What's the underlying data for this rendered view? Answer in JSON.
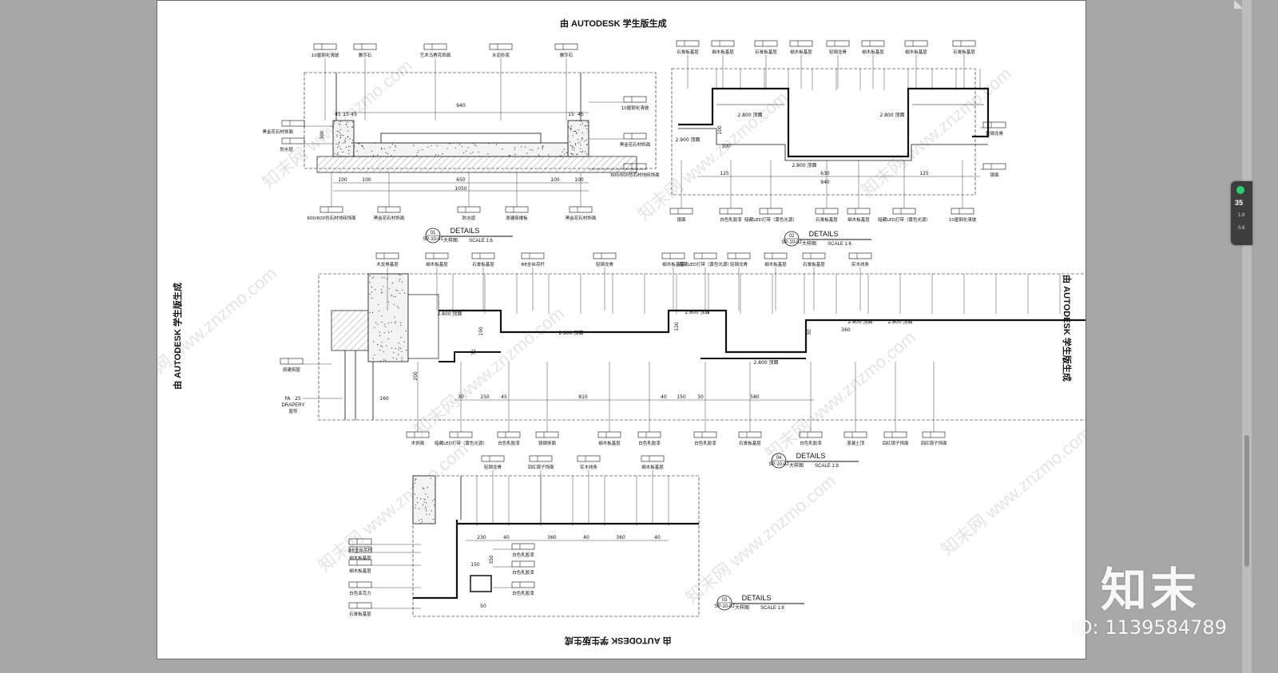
{
  "sheet": {
    "stamp_top": "由 AUTODESK 学生版生成",
    "stamp_bottom": "由 AUTODESK 学生版生成",
    "stamp_left": "由 AUTODESK 学生版生成",
    "stamp_right": "由 AUTODESK 学生版生成"
  },
  "watermark": {
    "site": "www.znzmo.com",
    "brand": "知末网"
  },
  "details": [
    {
      "no": "01",
      "ref": "SP-10-01",
      "title": "DETAILS",
      "name": "大样图",
      "scale": "SCALE 1:6"
    },
    {
      "no": "02",
      "ref": "SP-10-02",
      "title": "DETAILS",
      "name": "大样图",
      "scale": "SCALE 1:6"
    },
    {
      "no": "04",
      "ref": "SP-10-02",
      "title": "DETAILS",
      "name": "大样图",
      "scale": "SCALE 1:8"
    },
    {
      "no": "03",
      "ref": "SP-10-02",
      "title": "DETAILS",
      "name": "大样图",
      "scale": "SCALE 1:8"
    }
  ],
  "d1": {
    "labels_top": [
      "10厘钢化清玻",
      "雅莎石",
      "艺术马赛克饰面",
      "水泥砂浆",
      "雅莎石"
    ],
    "labels_left": [
      "黑金花石材饰面",
      "防水层"
    ],
    "labels_right": [
      "10厘钢化清玻",
      "黑金花石材饰面",
      "600/600仿石材地砖饰面"
    ],
    "labels_bottom": [
      "600/600仿石材地砖饰面",
      "黑金花石材饰面",
      "防水层",
      "原建筑楼板",
      "黑金花石材饰面"
    ],
    "dims_top": [
      "45",
      "15",
      "45",
      "940",
      "15",
      "45"
    ],
    "dims_bottom": [
      "100",
      "100",
      "650",
      "100",
      "100",
      "1050"
    ],
    "dims_side": [
      "300"
    ]
  },
  "d2": {
    "labels_top": [
      "石膏板基层",
      "细木板基层",
      "石膏板基层",
      "细木板基层",
      "轻钢龙骨",
      "细木板基层",
      "细木板基层",
      "石膏板基层"
    ],
    "labels_right": [
      "轻钢龙骨",
      "镜面"
    ],
    "labels_bottom": [
      "镜面",
      "白色乳胶漆",
      "暗藏LED灯带（黄色光源）",
      "石膏板基层",
      "细木板基层",
      "暗藏LED灯带（黄色光源）",
      "10厘钢化清玻"
    ],
    "dims": [
      "100",
      "100",
      "125",
      "630",
      "940",
      "125"
    ],
    "levels": [
      "2.800 顶面",
      "2.800 顶面",
      "2.800 顶面",
      "2.900 顶面"
    ]
  },
  "d4": {
    "labels_top": [
      "木龙骨基层",
      "细木板基层",
      "石膏板基层",
      "Φ8全丝吊杆",
      "轻钢龙骨",
      "细木板基层",
      "暗藏LED灯带（黄色光源）",
      "轻钢龙骨",
      "细木板基层",
      "石膏板基层",
      "实木线条"
    ],
    "labels_left": [
      "原建筑层",
      "窗帘"
    ],
    "label_fa": "FA",
    "label_fa_code": "25",
    "label_drapery": "DRAPERY",
    "labels_bottom": [
      "木饰面",
      "暗藏LED灯带（黄色光源）",
      "白色乳胶漆",
      "镜钢饰面",
      "细木板基层",
      "白色乳胶漆",
      "白色乳胶漆",
      "石膏板基层",
      "白色乳胶漆",
      "混凝土顶",
      "泪红镜子饰面",
      "泪红镜子饰面"
    ],
    "dims": [
      "30",
      "150",
      "45",
      "810",
      "40",
      "150",
      "30",
      "580",
      "150",
      "70",
      "200",
      "120",
      "30",
      "360",
      "160"
    ],
    "levels": [
      "2.800 顶面",
      "2.800 顶面",
      "2.800 顶面",
      "2.800 顶面",
      "2.800 顶面",
      "2.800 顶面"
    ]
  },
  "d3": {
    "labels_top": [
      "轻钢龙骨",
      "泪红镜子饰面",
      "实木线条",
      "细木板基层"
    ],
    "labels_left": [
      "Φ8全丝吊杆",
      "细木板基层",
      "细木板基层",
      "白色亚克力",
      "石膏板基层"
    ],
    "labels_right": [
      "白色乳胶漆",
      "白色乳胶漆",
      "白色乳胶漆"
    ],
    "dims": [
      "230",
      "40",
      "360",
      "40",
      "360",
      "40",
      "150",
      "350",
      "50"
    ]
  },
  "ui": {
    "side_widget_num": "35",
    "side_widget_l1": "1.8",
    "side_widget_l2": "0.6"
  },
  "brand": {
    "logo": "知末",
    "id": "ID: 1139584789"
  }
}
